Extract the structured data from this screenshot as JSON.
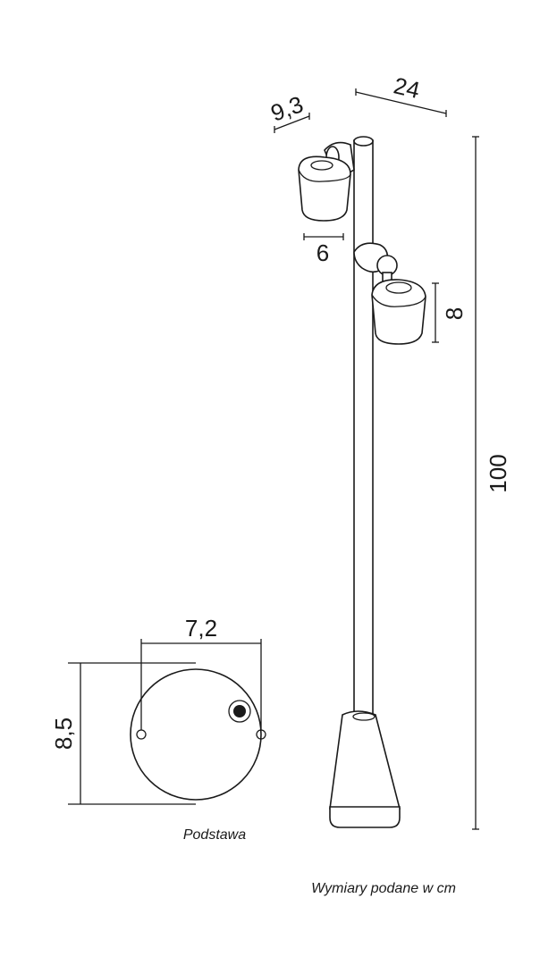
{
  "dimensions": {
    "width": "24",
    "depth": "9,3",
    "head_width": "6",
    "head_height": "8",
    "total_height": "100",
    "base_hole_spacing": "7,2",
    "base_diameter": "8,5"
  },
  "labels": {
    "base": "Podstawa",
    "units_note": "Wymiary podane w cm"
  },
  "colors": {
    "line": "#1a1a1a",
    "background": "#ffffff"
  }
}
